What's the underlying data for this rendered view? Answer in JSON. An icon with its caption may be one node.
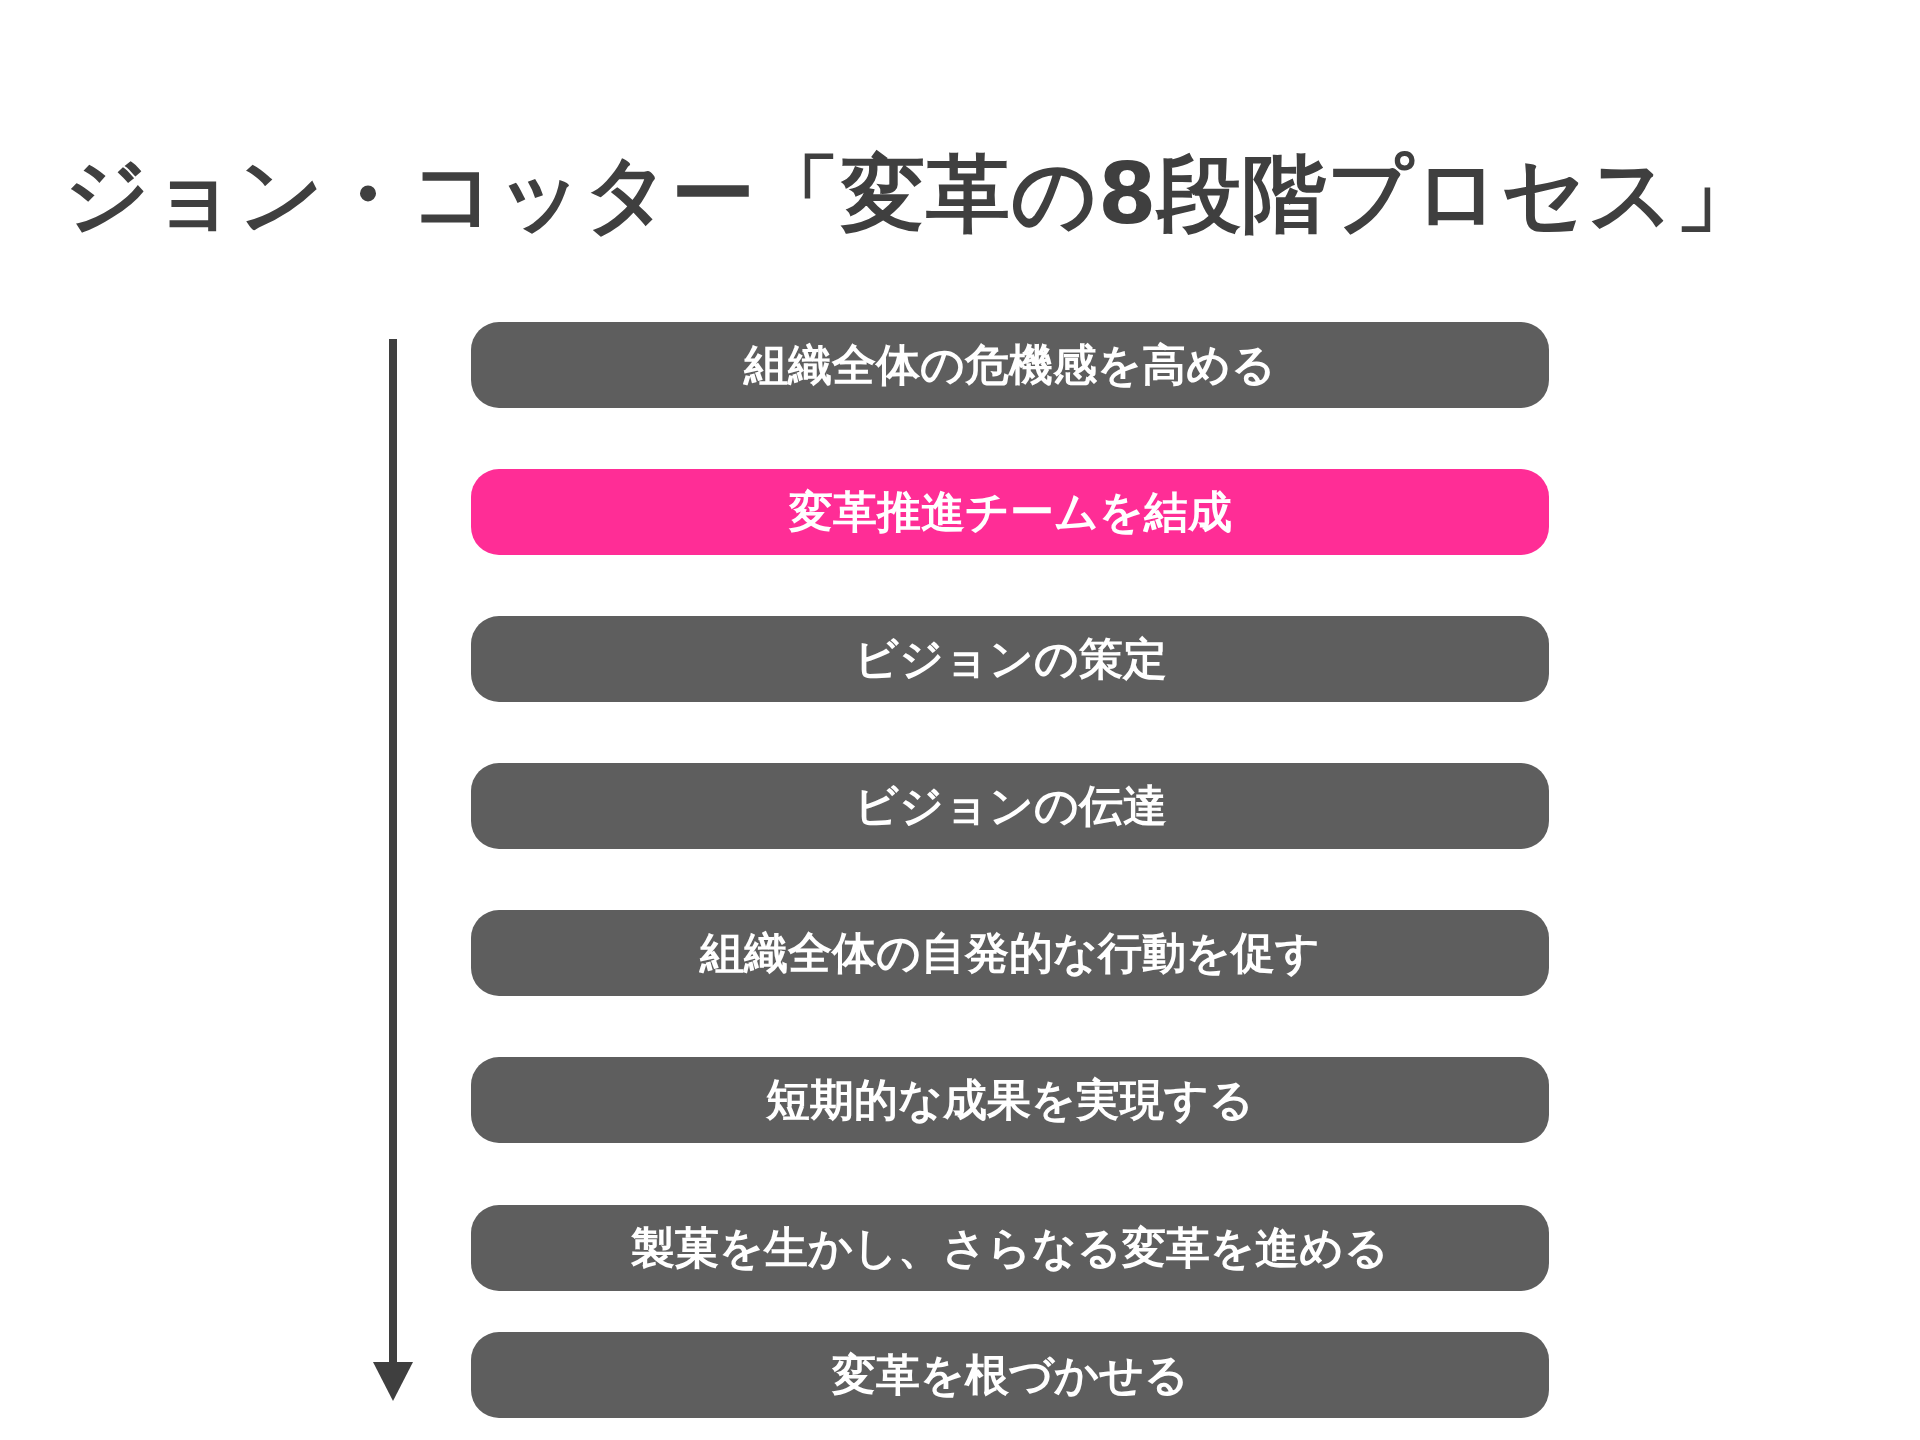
{
  "diagram": {
    "title": "ジョン・コッター「変革の8段階プロセス」",
    "nodes": [
      {
        "text": [
          "組織全体の危機感を高める"
        ]
      },
      {
        "text": [
          "変革推進チームを結成"
        ]
      },
      {
        "text": [
          "ビジョンの策定"
        ]
      },
      {
        "text": [
          "ビジョンの伝達"
        ]
      },
      {
        "text": [
          "組織全体の自発的な行動を促す"
        ]
      },
      {
        "text": [
          "短期的な成果を実現する"
        ]
      },
      {
        "text": [
          "製菓を生かし、さらなる変革を進める"
        ]
      },
      {
        "text": [
          "変革を根づかせる"
        ]
      }
    ]
  }
}
